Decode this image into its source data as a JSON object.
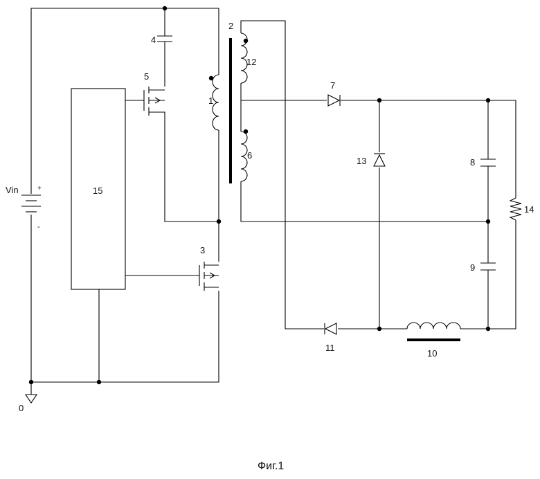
{
  "caption": "Фиг.1",
  "labels": {
    "source": "Vin",
    "plus": "+",
    "minus": "-",
    "ground": "0",
    "controller": "15",
    "transformer": "2",
    "mosfet_3": "3",
    "cap_4": "4",
    "mosfet_5": "5",
    "primary_winding": "1",
    "winding_12": "12",
    "winding_6": "6",
    "diode_7": "7",
    "cap_8": "8",
    "cap_9": "9",
    "inductor_10": "10",
    "diode_11": "11",
    "diode_13": "13",
    "resistor_14": "14"
  },
  "colors": {
    "line": "#000000",
    "background": "#ffffff"
  }
}
